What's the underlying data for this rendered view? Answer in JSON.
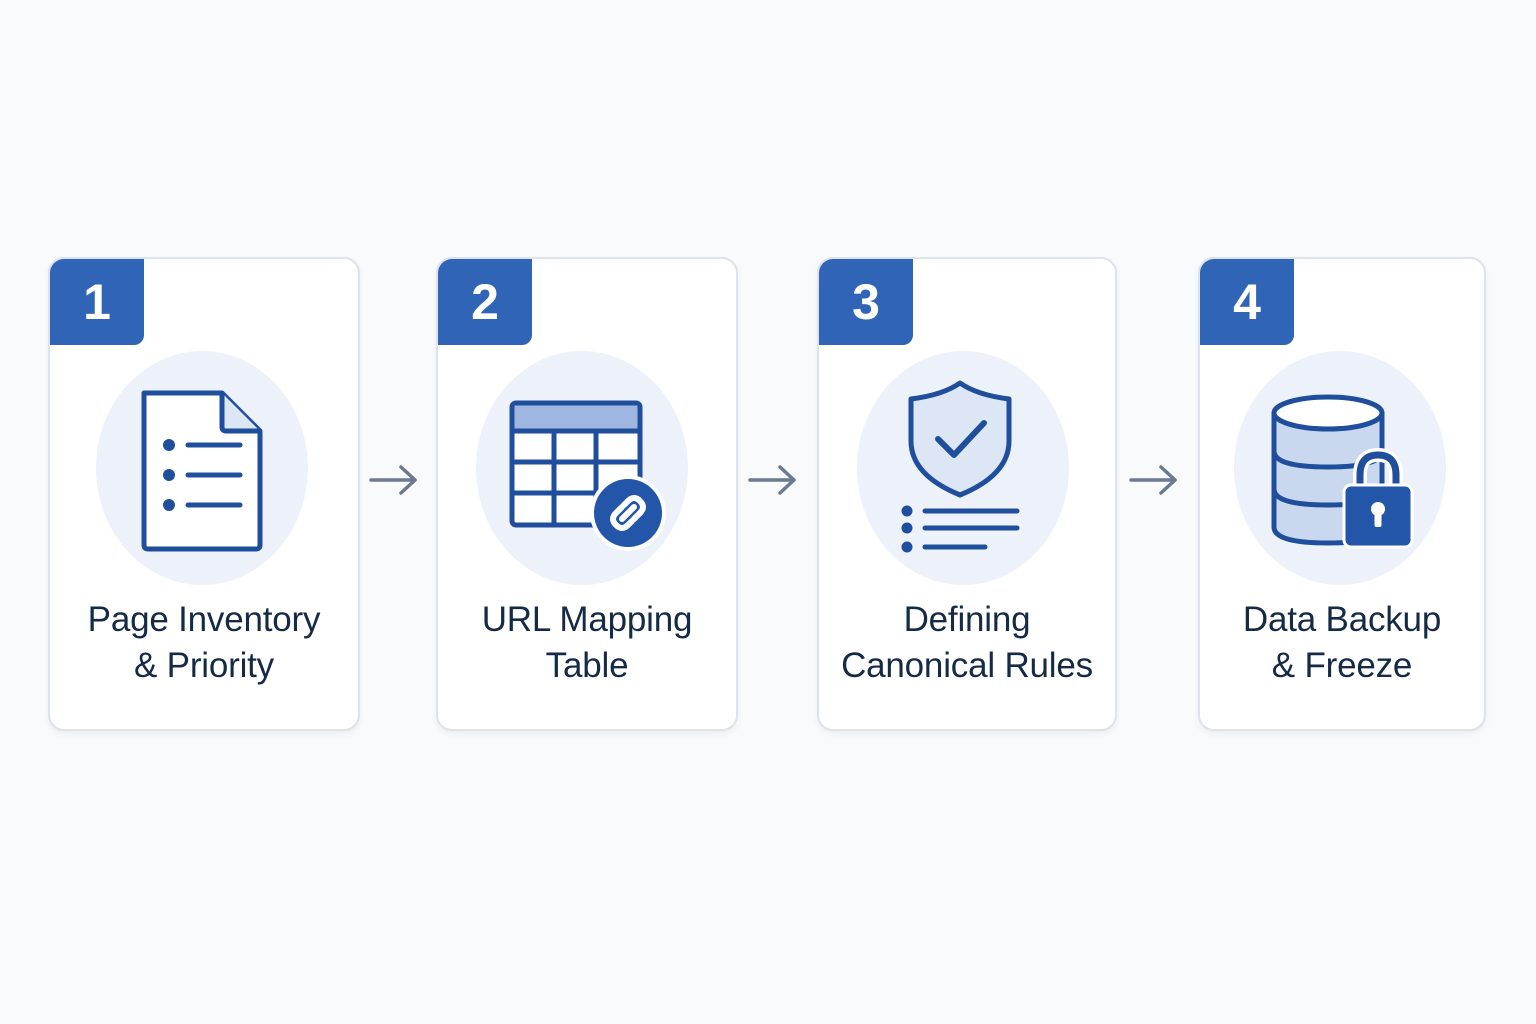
{
  "colors": {
    "badge": "#2f64b6",
    "icon_stroke": "#1f4f9c",
    "icon_bg": "#edf2fa",
    "title_text": "#142a45",
    "arrow": "#6b7a90"
  },
  "steps": [
    {
      "number": "1",
      "title_line1": "Page Inventory",
      "title_line2": "& Priority",
      "icon": "document-list-icon"
    },
    {
      "number": "2",
      "title_line1": "URL Mapping",
      "title_line2": "Table",
      "icon": "table-link-icon"
    },
    {
      "number": "3",
      "title_line1": "Defining",
      "title_line2": "Canonical Rules",
      "icon": "shield-check-icon"
    },
    {
      "number": "4",
      "title_line1": "Data Backup",
      "title_line2": "& Freeze",
      "icon": "database-lock-icon"
    }
  ],
  "arrow_icon": "arrow-right-icon"
}
